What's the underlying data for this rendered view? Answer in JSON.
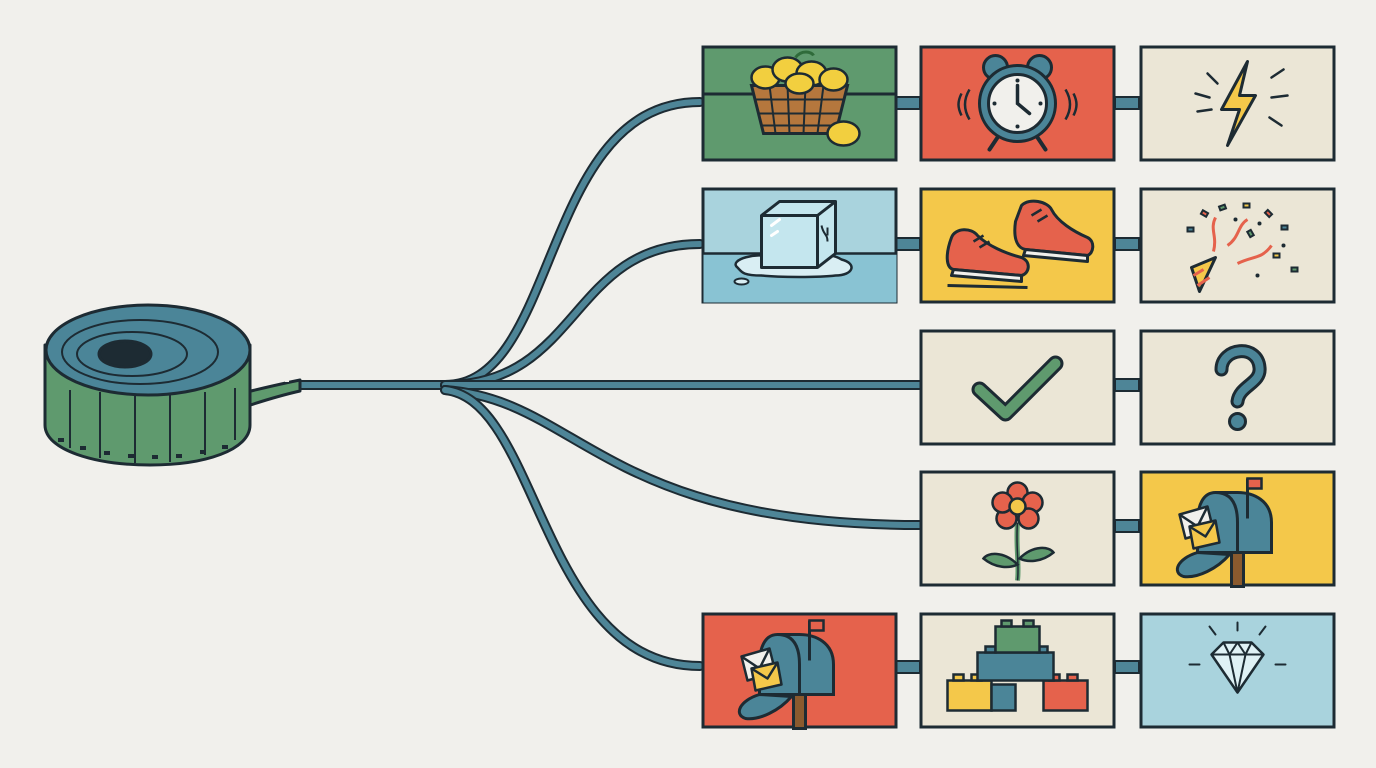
{
  "palette": {
    "background": "#f1f0ec",
    "stroke": "#1d2b33",
    "branch": "#4e8597",
    "teal": "#4b8598",
    "green": "#5f9a6e",
    "red": "#e5624c",
    "yellow": "#f4c84a",
    "light_blue": "#a9d3dd",
    "cream": "#ebe6d6"
  },
  "film_reel": {
    "icon": "film-reel-icon"
  },
  "rows": [
    {
      "panels": [
        {
          "icon": "lemon-basket-icon",
          "background": "green"
        },
        {
          "icon": "alarm-clock-icon",
          "background": "red"
        },
        {
          "icon": "lightning-bolt-icon",
          "background": "cream"
        }
      ]
    },
    {
      "panels": [
        {
          "icon": "melting-ice-cube-icon",
          "background": "light_blue"
        },
        {
          "icon": "running-shoes-icon",
          "background": "yellow"
        },
        {
          "icon": "party-popper-confetti-icon",
          "background": "cream"
        }
      ]
    },
    {
      "panels": [
        {
          "icon": "checkmark-icon",
          "background": "cream"
        },
        {
          "icon": "question-mark-icon",
          "background": "cream"
        }
      ]
    },
    {
      "panels": [
        {
          "icon": "flower-icon",
          "background": "cream"
        },
        {
          "icon": "mailbox-icon",
          "background": "yellow"
        }
      ]
    },
    {
      "panels": [
        {
          "icon": "mailbox-icon",
          "background": "red"
        },
        {
          "icon": "toy-bricks-icon",
          "background": "cream"
        },
        {
          "icon": "diamond-icon",
          "background": "light_blue"
        }
      ]
    }
  ]
}
